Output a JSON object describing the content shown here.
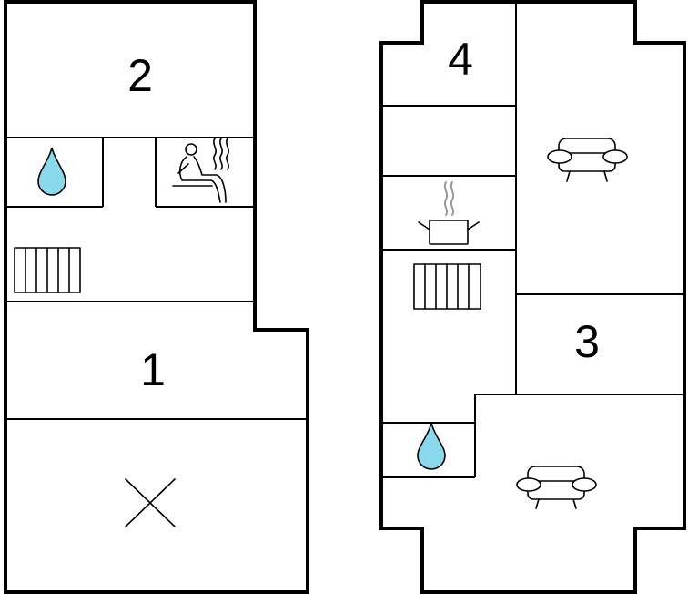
{
  "floor_left": {
    "rooms": [
      {
        "label": "2"
      },
      {
        "label": "1"
      }
    ],
    "icons": [
      "water-drop",
      "sauna",
      "radiator",
      "open-to-below-x"
    ]
  },
  "floor_right": {
    "rooms": [
      {
        "label": "4"
      },
      {
        "label": "3"
      }
    ],
    "icons": [
      "sofa",
      "cooking-pot",
      "radiator",
      "water-drop",
      "sofa"
    ]
  },
  "colors": {
    "wall": "#000000",
    "water": "#8ad8ec",
    "steam": "#999999",
    "background": "#ffffff"
  }
}
